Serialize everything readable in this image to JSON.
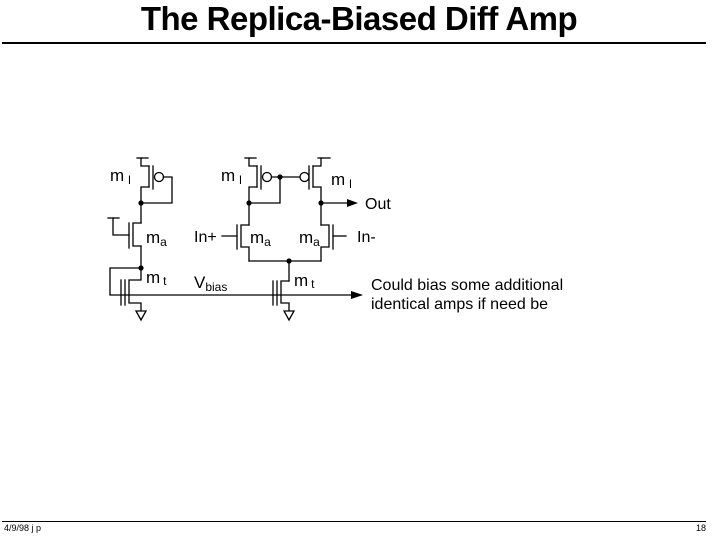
{
  "slide": {
    "title": "The Replica-Biased Diff Amp",
    "footer_left": "4/9/98  j p",
    "page_number": "18"
  },
  "schematic": {
    "labels": {
      "m_l_main": "m",
      "m_l_sub": "l",
      "m_a_main": "m",
      "m_a_sub": "a",
      "m_t_main": "m",
      "m_t_sub": "t",
      "in_plus": "In+",
      "in_minus": "In-",
      "out": "Out",
      "v_main": "V",
      "v_sub": "bias"
    },
    "annotation_line1": "Could bias some additional",
    "annotation_line2": "identical amps if need be"
  }
}
